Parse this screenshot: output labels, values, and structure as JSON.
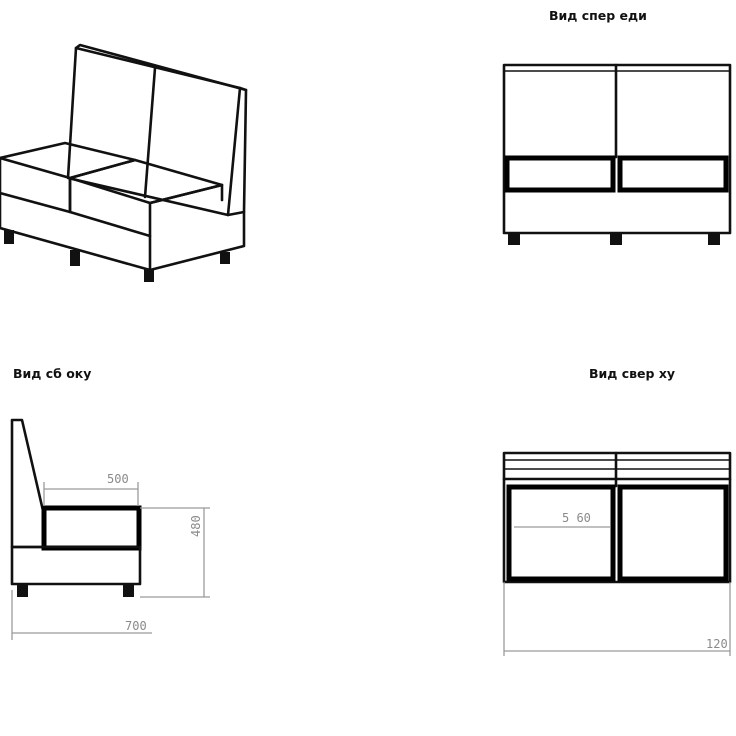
{
  "views": {
    "front": {
      "title": "Вид спер еди"
    },
    "side": {
      "title": "Вид сб оку"
    },
    "top": {
      "title": "Вид свер ху"
    }
  },
  "dimensions": {
    "seat_depth": "500",
    "seat_height": "480",
    "total_depth": "700",
    "cushion_depth": "5 60",
    "total_width": "120"
  }
}
